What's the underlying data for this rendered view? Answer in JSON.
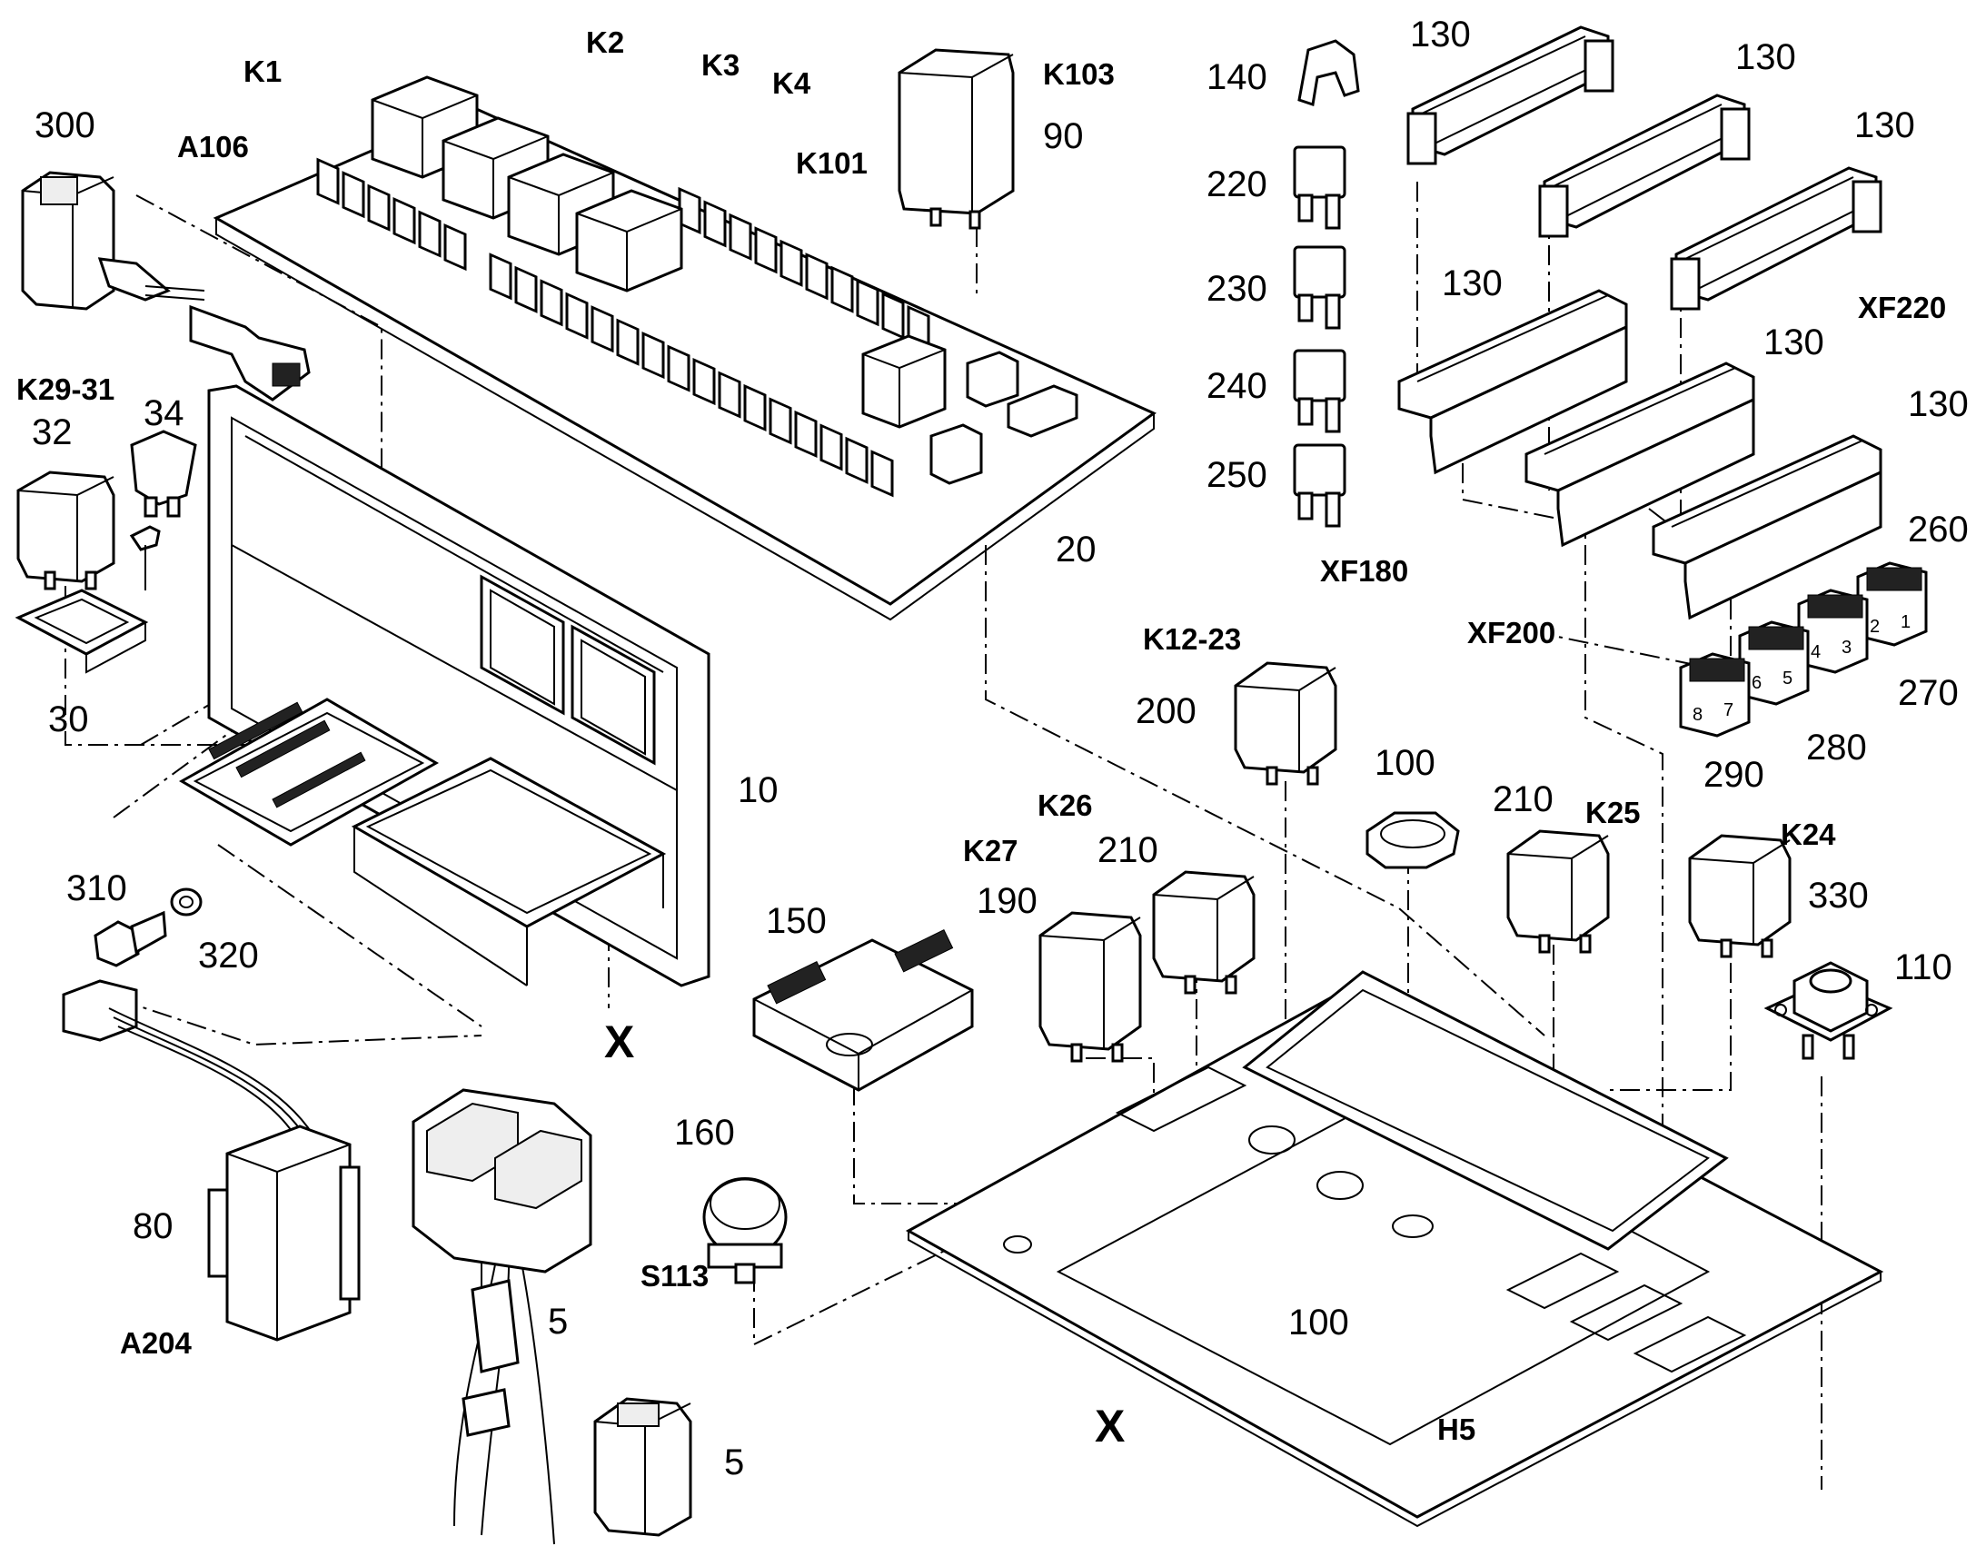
{
  "diagram": {
    "labels": {
      "l_300": "300",
      "l_A106": "A106",
      "l_K1": "K1",
      "l_K2": "K2",
      "l_K3": "K3",
      "l_K4": "K4",
      "l_K103": "K103",
      "l_90": "90",
      "l_K101": "K101",
      "l_140": "140",
      "l_130a": "130",
      "l_130b": "130",
      "l_130c": "130",
      "l_220": "220",
      "l_230": "230",
      "l_130d": "130",
      "l_XF220": "XF220",
      "l_240": "240",
      "l_130e": "130",
      "l_130f": "130",
      "l_250": "250",
      "l_K29_31": "K29-31",
      "l_34": "34",
      "l_32": "32",
      "l_260": "260",
      "l_20": "20",
      "l_XF180": "XF180",
      "l_XF200": "XF200",
      "l_K12_23": "K12-23",
      "l_30": "30",
      "l_200": "200",
      "l_270": "270",
      "l_290": "290",
      "l_280": "280",
      "l_100a": "100",
      "l_10": "10",
      "l_210a": "210",
      "l_K25": "K25",
      "l_K26": "K26",
      "l_K24": "K24",
      "l_K27": "K27",
      "l_210b": "210",
      "l_310": "310",
      "l_190": "190",
      "l_330": "330",
      "l_150": "150",
      "l_320": "320",
      "l_110": "110",
      "l_X1": "X",
      "l_160": "160",
      "l_80": "80",
      "l_S113": "S113",
      "l_100b": "100",
      "l_5a": "5",
      "l_A204": "A204",
      "l_X2": "X",
      "l_H5": "H5",
      "l_5b": "5"
    },
    "fuse_terminals": [
      "2",
      "1",
      "4",
      "3",
      "6",
      "5",
      "8",
      "7"
    ]
  }
}
